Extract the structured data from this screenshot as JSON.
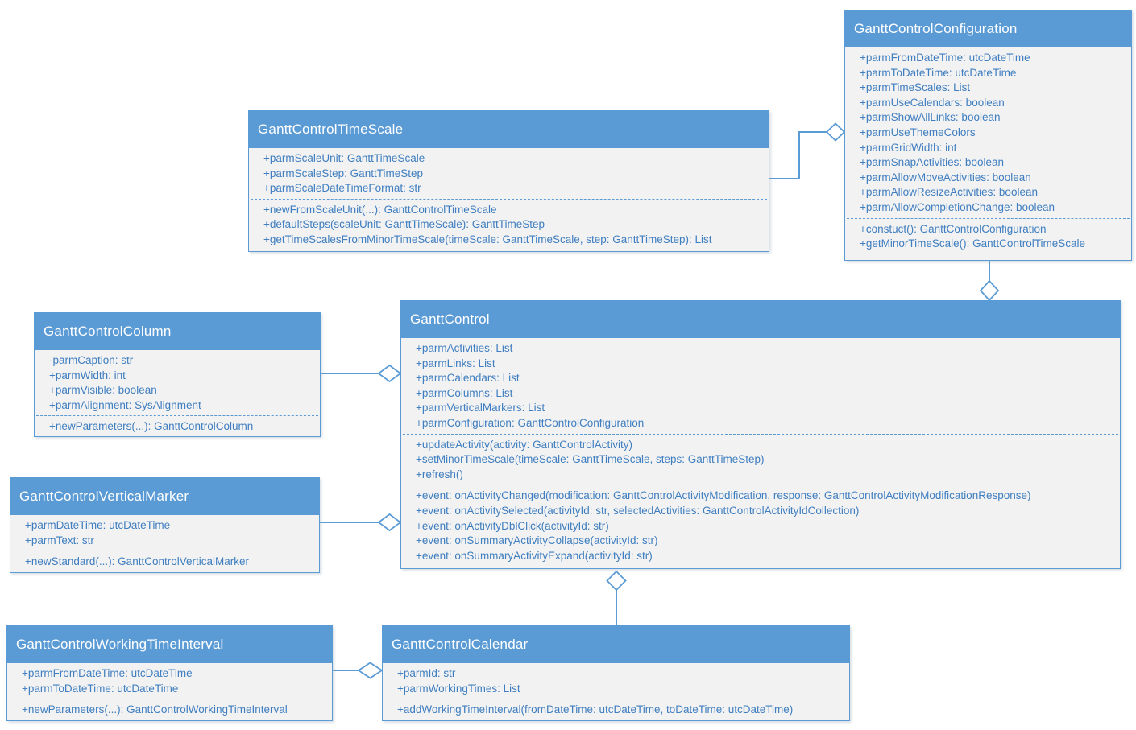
{
  "diagram": {
    "type": "uml-class-diagram",
    "colors": {
      "header_fill": "#5b9bd5",
      "body_fill": "#f2f2f2",
      "border": "#5b9bd5",
      "member_text": "#3f7ec0",
      "title_text": "#ffffff",
      "connector": "#5b9bd5",
      "canvas_background": "#ffffff"
    },
    "classes": [
      {
        "id": "timescale",
        "title": "GanttControlTimeScale",
        "sections": [
          [
            "+parmScaleUnit: GanttTimeScale",
            "+parmScaleStep: GanttTimeStep",
            "+parmScaleDateTimeFormat: str"
          ],
          [
            "+newFromScaleUnit(...): GanttControlTimeScale",
            "+defaultSteps(scaleUnit: GanttTimeScale): GanttTimeStep",
            "+getTimeScalesFromMinorTimeScale(timeScale: GanttTimeScale, step: GanttTimeStep): List"
          ]
        ]
      },
      {
        "id": "configuration",
        "title": "GanttControlConfiguration",
        "sections": [
          [
            "+parmFromDateTime: utcDateTime",
            "+parmToDateTime: utcDateTime",
            "+parmTimeScales: List",
            "+parmUseCalendars: boolean",
            "+parmShowAllLinks: boolean",
            "+parmUseThemeColors",
            "+parmGridWidth: int",
            "+parmSnapActivities: boolean",
            "+parmAllowMoveActivities: boolean",
            "+parmAllowResizeActivities: boolean",
            "+parmAllowCompletionChange: boolean"
          ],
          [
            "+constuct(): GanttControlConfiguration",
            "+getMinorTimeScale(): GanttControlTimeScale"
          ]
        ]
      },
      {
        "id": "column",
        "title": "GanttControlColumn",
        "sections": [
          [
            "-parmCaption: str",
            "+parmWidth: int",
            "+parmVisible: boolean",
            "+parmAlignment: SysAlignment"
          ],
          [
            "+newParameters(...): GanttControlColumn"
          ]
        ]
      },
      {
        "id": "ganttcontrol",
        "title": "GanttControl",
        "sections": [
          [
            "+parmActivities: List",
            "+parmLinks: List",
            "+parmCalendars: List",
            "+parmColumns: List",
            "+parmVerticalMarkers: List",
            "+parmConfiguration: GanttControlConfiguration"
          ],
          [
            "+updateActivity(activity: GanttControlActivity)",
            "+setMinorTimeScale(timeScale: GanttTimeScale, steps: GanttTimeStep)",
            "+refresh()"
          ],
          [
            "+event: onActivityChanged(modification: GanttControlActivityModification, response: GanttControlActivityModificationResponse)",
            "+event: onActivitySelected(activityId: str, selectedActivities: GanttControlActivityIdCollection)",
            "+event: onActivityDblClick(activityId: str)",
            "+event: onSummaryActivityCollapse(activityId: str)",
            "+event: onSummaryActivityExpand(activityId: str)"
          ]
        ]
      },
      {
        "id": "verticalmarker",
        "title": "GanttControlVerticalMarker",
        "sections": [
          [
            "+parmDateTime: utcDateTime",
            "+parmText: str"
          ],
          [
            "+newStandard(...): GanttControlVerticalMarker"
          ]
        ]
      },
      {
        "id": "workingtimeinterval",
        "title": "GanttControlWorkingTimeInterval",
        "sections": [
          [
            "+parmFromDateTime: utcDateTime",
            "+parmToDateTime: utcDateTime"
          ],
          [
            "+newParameters(...): GanttControlWorkingTimeInterval"
          ]
        ]
      },
      {
        "id": "calendar",
        "title": "GanttControlCalendar",
        "sections": [
          [
            "+parmId: str",
            "+parmWorkingTimes: List"
          ],
          [
            "+addWorkingTimeInterval(fromDateTime: utcDateTime, toDateTime: utcDateTime)"
          ]
        ]
      }
    ],
    "connectors": [
      {
        "from": "GanttControlTimeScale",
        "to": "GanttControlConfiguration",
        "type": "aggregation"
      },
      {
        "from": "GanttControlConfiguration",
        "to": "GanttControl",
        "type": "aggregation"
      },
      {
        "from": "GanttControlColumn",
        "to": "GanttControl",
        "type": "aggregation"
      },
      {
        "from": "GanttControlVerticalMarker",
        "to": "GanttControl",
        "type": "aggregation"
      },
      {
        "from": "GanttControlCalendar",
        "to": "GanttControl",
        "type": "aggregation"
      },
      {
        "from": "GanttControlWorkingTimeInterval",
        "to": "GanttControlCalendar",
        "type": "aggregation"
      }
    ]
  }
}
